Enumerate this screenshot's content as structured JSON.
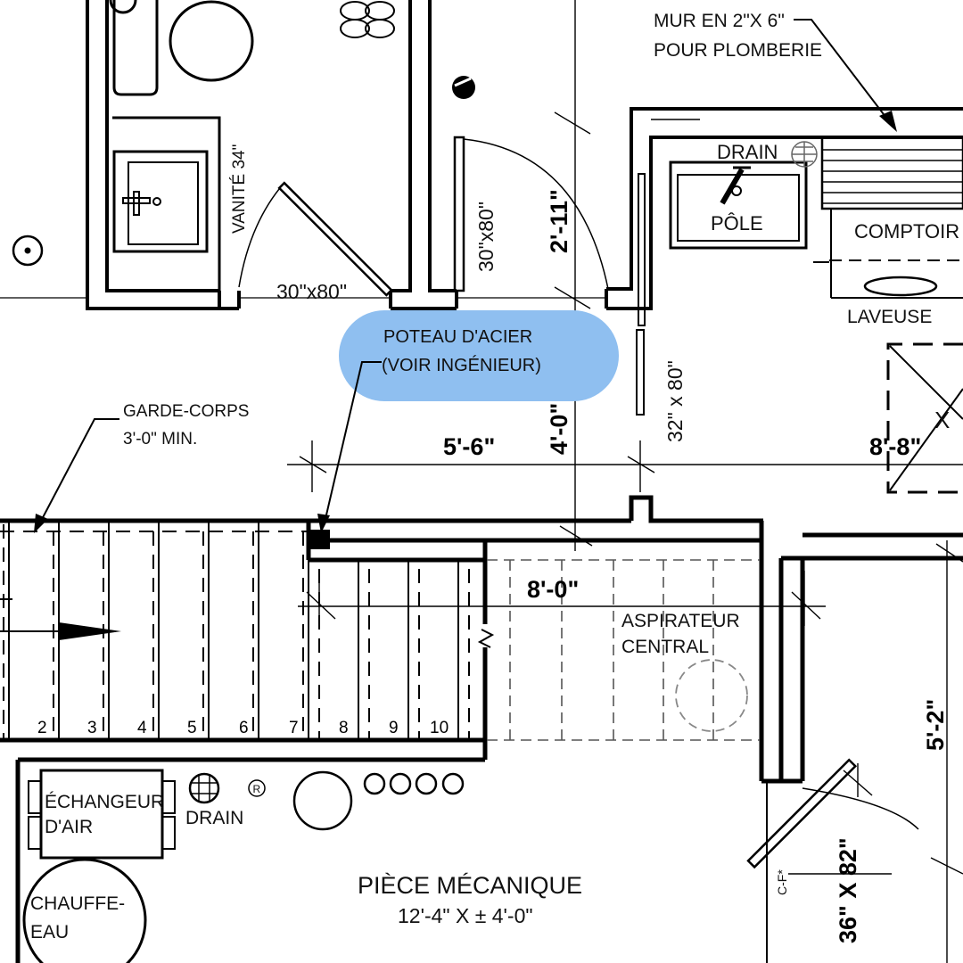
{
  "labels": {
    "mur_line1": "MUR EN 2\"X 6\"",
    "mur_line2": "POUR PLOMBERIE",
    "drain_top": "DRAIN",
    "pole": "PÔLE",
    "comptoir": "COMPTOIR",
    "laveuse": "LAVEUSE",
    "vanite": "VANITÉ 34\"",
    "door_bath": "30\"x80\"",
    "door_closet": "30\"x80\"",
    "poteau_line1": "POTEAU D'ACIER",
    "poteau_line2": "(VOIR INGÉNIEUR)",
    "door_laundry": "32\" x 80\"",
    "garde_line1": "GARDE-CORPS",
    "garde_line2": "3'-0\" MIN.",
    "aspirateur_line1": "ASPIRATEUR",
    "aspirateur_line2": "CENTRAL",
    "echangeur_line1": "ÉCHANGEUR",
    "echangeur_line2": "D'AIR",
    "drain_bottom": "DRAIN",
    "chauffe_line1": "CHAUFFE-",
    "chauffe_line2": "EAU",
    "piece_title": "PIÈCE MÉCANIQUE",
    "piece_size": "12'-4\" X ± 4'-0\"",
    "cf": "C-F*",
    "door_mech": "36\" X 82\"",
    "r_mark": "R"
  },
  "dimensions": {
    "d_2_11": "2'-11\"",
    "d_4_0": "4'-0\"",
    "d_5_6": "5'-6\"",
    "d_8_8": "8'-8\"",
    "d_8_0": "8'-0\"",
    "d_5_2": "5'-2\""
  },
  "steps": [
    "2",
    "3",
    "4",
    "5",
    "6",
    "7",
    "8",
    "9",
    "10"
  ],
  "colors": {
    "line": "#000000",
    "callout_fill": "#8fbff0",
    "dashed": "#555555"
  }
}
